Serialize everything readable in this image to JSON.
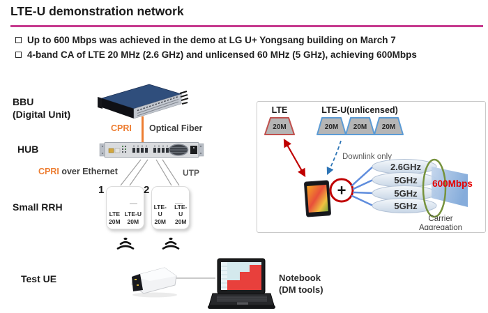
{
  "slide": {
    "title": "LTE-U demonstration network",
    "bullets": [
      "Up to 600 Mbps was achieved in the demo at LG U+ Yongsang building on March 7",
      "4-band CA of LTE 20 MHz (2.6 GHz) and unlicensed 60 MHz (5 GHz), achieving 600Mbps"
    ]
  },
  "labels": {
    "bbu_line1": "BBU",
    "bbu_line2": "(Digital Unit)",
    "hub": "HUB",
    "small_rrh": "Small RRH",
    "test_ue": "Test UE",
    "cpri": "CPRI",
    "optical_fiber": "Optical Fiber",
    "cpri2": "CPRI",
    "over_ethernet": " over Ethernet",
    "utp": "UTP",
    "notebook_line1": "Notebook",
    "notebook_line2": "(DM tools)"
  },
  "rrh1": {
    "number": "1",
    "col1_line1": "LTE",
    "col1_line2": "20M",
    "col2_line1": "LTE-U",
    "col2_line2": "20M"
  },
  "rrh2": {
    "number": "2",
    "col1_line1": "LTE-U",
    "col1_line2": "20M",
    "col2_line1": "LTE-U",
    "col2_line2": "20M"
  },
  "inset": {
    "lte_label": "LTE",
    "lteu_label": "LTE-U(unlicensed)",
    "lte_band": "20M",
    "lteu_bands": [
      "20M",
      "20M",
      "20M"
    ],
    "downlink": "Downlink only",
    "plus": "+",
    "carriers": [
      "2.6GHz",
      "5GHz",
      "5GHz",
      "5GHz"
    ],
    "speed": "600Mbps",
    "ca_line1": "Carrier",
    "ca_line2": "Aggregation"
  },
  "colors": {
    "accent_pink": "#c63a8e",
    "cpri_orange": "#ed7d31",
    "arrow_red": "#c00000",
    "lteu_blue": "#5b9bd5",
    "ca_green": "#76923c",
    "speed_red": "#e60000"
  }
}
